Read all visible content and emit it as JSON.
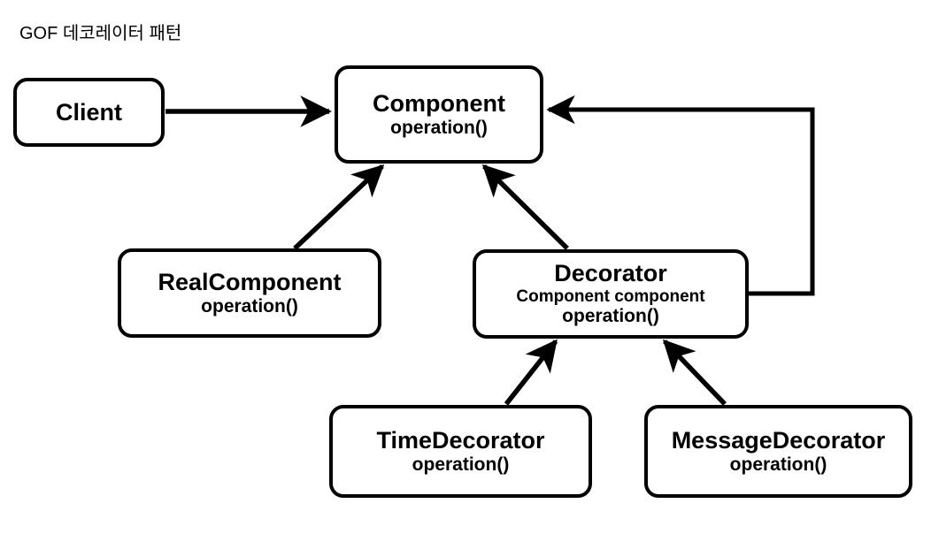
{
  "diagram": {
    "title": "GOF 데코레이터 패턴",
    "type": "uml-class-diagram",
    "background_color": "#ffffff",
    "line_color": "#000000",
    "boxes": [
      {
        "id": "client",
        "name": "Client",
        "members": []
      },
      {
        "id": "component",
        "name": "Component",
        "members": [
          "operation()"
        ]
      },
      {
        "id": "realcomponent",
        "name": "RealComponent",
        "members": [
          "operation()"
        ]
      },
      {
        "id": "decorator",
        "name": "Decorator",
        "members": [
          "Component component",
          "operation()"
        ]
      },
      {
        "id": "timedecorator",
        "name": "TimeDecorator",
        "members": [
          "operation()"
        ]
      },
      {
        "id": "messagedecorator",
        "name": "MessageDecorator",
        "members": [
          "operation()"
        ]
      }
    ],
    "edges": [
      {
        "id": "client-to-component",
        "from": "client",
        "to": "component",
        "style": "solid",
        "arrowhead": "filled-triangle",
        "kind": "dependency"
      },
      {
        "id": "realcomponent-to-component",
        "from": "realcomponent",
        "to": "component",
        "style": "solid",
        "arrowhead": "filled-triangle",
        "kind": "generalization"
      },
      {
        "id": "decorator-to-component",
        "from": "decorator",
        "to": "component",
        "style": "solid",
        "arrowhead": "filled-triangle",
        "kind": "generalization"
      },
      {
        "id": "decorator-has-component",
        "from": "decorator",
        "to": "component",
        "style": "solid",
        "arrowhead": "filled-triangle",
        "kind": "association",
        "routing": "orthogonal-right"
      },
      {
        "id": "timedecorator-to-decorator",
        "from": "timedecorator",
        "to": "decorator",
        "style": "solid",
        "arrowhead": "filled-triangle",
        "kind": "generalization"
      },
      {
        "id": "messagedecorator-to-decorator",
        "from": "messagedecorator",
        "to": "decorator",
        "style": "solid",
        "arrowhead": "filled-triangle",
        "kind": "generalization"
      }
    ]
  }
}
